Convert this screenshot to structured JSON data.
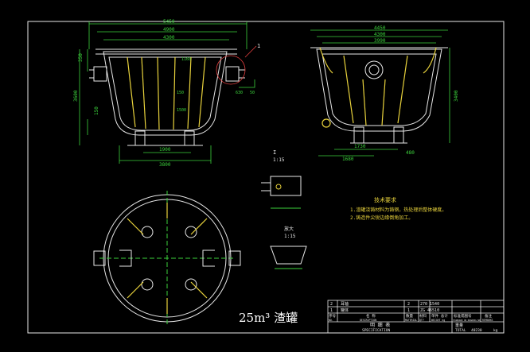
{
  "title": "25m³ 渣罐",
  "front_view": {
    "dims_top": [
      "5450",
      "4900",
      "4300"
    ],
    "dims_left": [
      "350",
      "3600",
      "150"
    ],
    "dims_inner": [
      "1160",
      "150",
      "1500"
    ],
    "dims_bottom": [
      "1900",
      "3800"
    ],
    "callout": "1",
    "pipe_dims": [
      "630",
      "50"
    ]
  },
  "side_view": {
    "dims_top": [
      "4450",
      "4300",
      "3990"
    ],
    "dims_right": [
      "3400"
    ],
    "dims_bottom": [
      "1730",
      "1680",
      "480"
    ]
  },
  "detail_1": {
    "label": "I",
    "scale": "1:15"
  },
  "detail_2": {
    "label": "放大",
    "scale": "1:15"
  },
  "notes": {
    "heading": "技术要求",
    "lines": [
      "1.渣罐浇铸材料为铸钢，热处理后整体硬度。",
      "2.铸造件尖锐边缘倒角加工。"
    ]
  },
  "table": {
    "rows": [
      {
        "no": "2",
        "name": "耳轴",
        "qty": "2",
        "mat": "270  1540"
      },
      {
        "no": "1",
        "name": "罐体",
        "qty": "1",
        "mat": "ZG  46510"
      }
    ],
    "header_no": "序号",
    "header_name": "名 称",
    "header_qty": "数量",
    "header_mat": "材料",
    "header_weight": "单件 总计",
    "header_std": "标准或图号",
    "header_note": "备注",
    "sub_labels": [
      "NO.",
      "DESCRIPTION",
      "MATERIAL",
      "QTY",
      "WEIGHT kg",
      "STANDARD OR DRAWING NO.",
      "REMARKS"
    ],
    "footer_title": "明 细 表",
    "footer_sub": "SPECIFICATION",
    "footer_weight_label": "重量",
    "footer_total_label": "TOTAL",
    "footer_weight": "40230",
    "footer_unit": "kg"
  }
}
